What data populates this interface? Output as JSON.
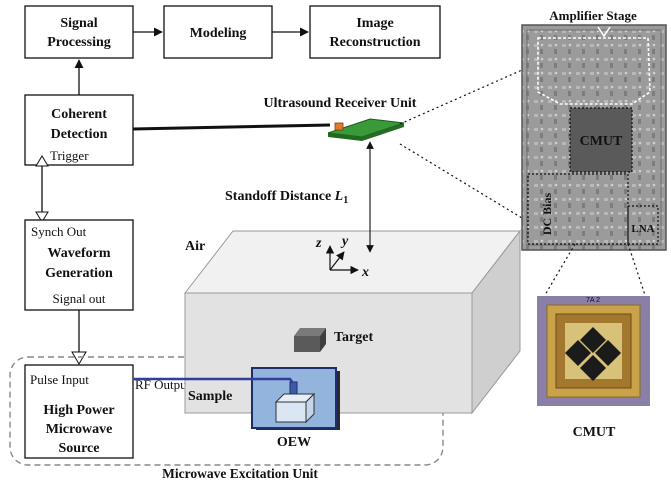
{
  "blocks": {
    "signal_processing": [
      "Signal",
      "Processing"
    ],
    "modeling": "Modeling",
    "image_reconstruction": [
      "Image",
      "Reconstruction"
    ],
    "coherent_detection": [
      "Coherent",
      "Detection"
    ],
    "trigger": "Trigger",
    "synch_out": "Synch Out",
    "waveform_generation": [
      "Waveform",
      "Generation"
    ],
    "signal_out": "Signal out",
    "pulse_input": "Pulse Input",
    "rf_output": "RF Output",
    "microwave_source": [
      "High Power",
      "Microwave",
      "Source"
    ]
  },
  "labels": {
    "receiver_unit": "Ultrasound Receiver Unit",
    "standoff_prefix": "Standoff Distance ",
    "standoff_var": "L",
    "standoff_sub": "1",
    "air": "Air",
    "target": "Target",
    "sample": "Sample",
    "oew": "OEW",
    "excitation_unit": "Microwave Excitation Unit",
    "axis_x": "x",
    "axis_y": "y",
    "axis_z": "z"
  },
  "chip": {
    "title": "Amplifier Stage",
    "cmut": "CMUT",
    "dc_bias": "DC Bias",
    "lna": "LNA"
  },
  "photo": {
    "caption": "CMUT",
    "marking": "7A  2"
  },
  "colors": {
    "board_green": "#3a9a3a",
    "connector_orange": "#e07a30",
    "fiber_blue": "#2f3f9a",
    "oew_blue": "#93b4dc",
    "chip_gray": "#9a9a9a"
  }
}
